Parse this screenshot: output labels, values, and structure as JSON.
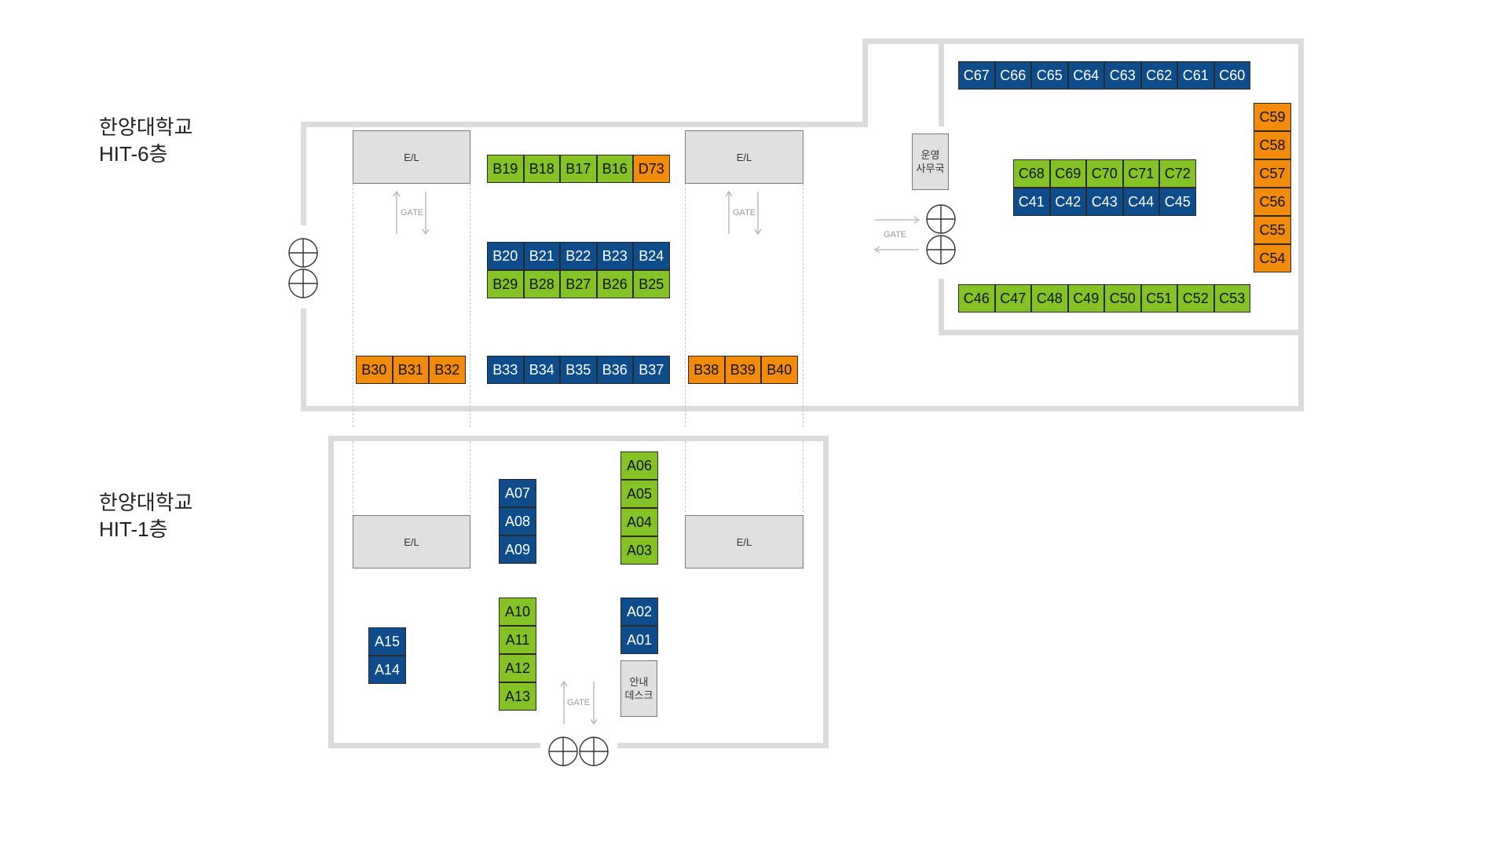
{
  "floors": {
    "hit6": {
      "name": "한양대학교",
      "level": "HIT-6층"
    },
    "hit1": {
      "name": "한양대학교",
      "level": "HIT-1층"
    }
  },
  "labels": {
    "el": "E/L",
    "gate": "GATE",
    "office": "운영\n사무국",
    "info_desk": "안내\n데스크"
  },
  "colors": {
    "blue": "#0f4c8b",
    "green": "#84c225",
    "orange": "#f28b0c",
    "gray": "#e0e0e0",
    "wall": "#dcdcdc"
  },
  "legend_note": "",
  "booths": {
    "row_b_top": [
      {
        "id": "B19",
        "color": "green"
      },
      {
        "id": "B18",
        "color": "green"
      },
      {
        "id": "B17",
        "color": "green"
      },
      {
        "id": "B16",
        "color": "green"
      },
      {
        "id": "D73",
        "color": "orange"
      }
    ],
    "row_b_mid_top": [
      {
        "id": "B20",
        "color": "blue"
      },
      {
        "id": "B21",
        "color": "blue"
      },
      {
        "id": "B22",
        "color": "blue"
      },
      {
        "id": "B23",
        "color": "blue"
      },
      {
        "id": "B24",
        "color": "blue"
      }
    ],
    "row_b_mid_bottom": [
      {
        "id": "B29",
        "color": "green"
      },
      {
        "id": "B28",
        "color": "green"
      },
      {
        "id": "B27",
        "color": "green"
      },
      {
        "id": "B26",
        "color": "green"
      },
      {
        "id": "B25",
        "color": "green"
      }
    ],
    "row_b30": [
      {
        "id": "B30",
        "color": "orange"
      },
      {
        "id": "B31",
        "color": "orange"
      },
      {
        "id": "B32",
        "color": "orange"
      }
    ],
    "row_b33": [
      {
        "id": "B33",
        "color": "blue"
      },
      {
        "id": "B34",
        "color": "blue"
      },
      {
        "id": "B35",
        "color": "blue"
      },
      {
        "id": "B36",
        "color": "blue"
      },
      {
        "id": "B37",
        "color": "blue"
      }
    ],
    "row_b38": [
      {
        "id": "B38",
        "color": "orange"
      },
      {
        "id": "B39",
        "color": "orange"
      },
      {
        "id": "B40",
        "color": "orange"
      }
    ],
    "row_c_top": [
      {
        "id": "C67",
        "color": "blue"
      },
      {
        "id": "C66",
        "color": "blue"
      },
      {
        "id": "C65",
        "color": "blue"
      },
      {
        "id": "C64",
        "color": "blue"
      },
      {
        "id": "C63",
        "color": "blue"
      },
      {
        "id": "C62",
        "color": "blue"
      },
      {
        "id": "C61",
        "color": "blue"
      },
      {
        "id": "C60",
        "color": "blue"
      }
    ],
    "col_c_right": [
      {
        "id": "C59",
        "color": "orange"
      },
      {
        "id": "C58",
        "color": "orange"
      },
      {
        "id": "C57",
        "color": "orange"
      },
      {
        "id": "C56",
        "color": "orange"
      },
      {
        "id": "C55",
        "color": "orange"
      },
      {
        "id": "C54",
        "color": "orange"
      }
    ],
    "row_c_mid_top": [
      {
        "id": "C68",
        "color": "green"
      },
      {
        "id": "C69",
        "color": "green"
      },
      {
        "id": "C70",
        "color": "green"
      },
      {
        "id": "C71",
        "color": "green"
      },
      {
        "id": "C72",
        "color": "green"
      }
    ],
    "row_c_mid_bottom": [
      {
        "id": "C41",
        "color": "blue"
      },
      {
        "id": "C42",
        "color": "blue"
      },
      {
        "id": "C43",
        "color": "blue"
      },
      {
        "id": "C44",
        "color": "blue"
      },
      {
        "id": "C45",
        "color": "blue"
      }
    ],
    "row_c_bottom": [
      {
        "id": "C46",
        "color": "green"
      },
      {
        "id": "C47",
        "color": "green"
      },
      {
        "id": "C48",
        "color": "green"
      },
      {
        "id": "C49",
        "color": "green"
      },
      {
        "id": "C50",
        "color": "green"
      },
      {
        "id": "C51",
        "color": "green"
      },
      {
        "id": "C52",
        "color": "green"
      },
      {
        "id": "C53",
        "color": "green"
      }
    ],
    "col_a07": [
      {
        "id": "A07",
        "color": "blue"
      },
      {
        "id": "A08",
        "color": "blue"
      },
      {
        "id": "A09",
        "color": "blue"
      }
    ],
    "col_a06": [
      {
        "id": "A06",
        "color": "green"
      },
      {
        "id": "A05",
        "color": "green"
      },
      {
        "id": "A04",
        "color": "green"
      },
      {
        "id": "A03",
        "color": "green"
      }
    ],
    "col_a10": [
      {
        "id": "A10",
        "color": "green"
      },
      {
        "id": "A11",
        "color": "green"
      },
      {
        "id": "A12",
        "color": "green"
      },
      {
        "id": "A13",
        "color": "green"
      }
    ],
    "col_a02": [
      {
        "id": "A02",
        "color": "blue"
      },
      {
        "id": "A01",
        "color": "blue"
      }
    ],
    "col_a15": [
      {
        "id": "A15",
        "color": "blue"
      },
      {
        "id": "A14",
        "color": "blue"
      }
    ]
  }
}
